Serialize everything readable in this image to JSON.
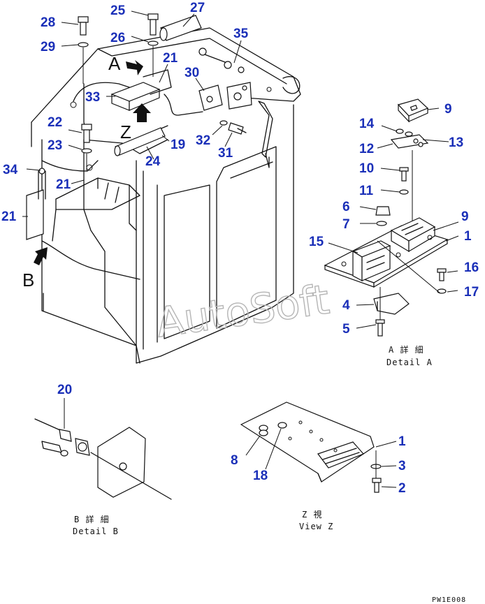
{
  "callouts": [
    {
      "id": "c28",
      "label": "28"
    },
    {
      "id": "c29",
      "label": "29"
    },
    {
      "id": "c25",
      "label": "25"
    },
    {
      "id": "c26",
      "label": "26"
    },
    {
      "id": "c27",
      "label": "27"
    },
    {
      "id": "c35",
      "label": "35"
    },
    {
      "id": "c21a",
      "label": "21"
    },
    {
      "id": "c30",
      "label": "30"
    },
    {
      "id": "c33",
      "label": "33"
    },
    {
      "id": "c22",
      "label": "22"
    },
    {
      "id": "c23",
      "label": "23"
    },
    {
      "id": "c34",
      "label": "34"
    },
    {
      "id": "c21b",
      "label": "21"
    },
    {
      "id": "c21c",
      "label": "21"
    },
    {
      "id": "c19",
      "label": "19"
    },
    {
      "id": "c24",
      "label": "24"
    },
    {
      "id": "c32",
      "label": "32"
    },
    {
      "id": "c31",
      "label": "31"
    },
    {
      "id": "c9a",
      "label": "9"
    },
    {
      "id": "c14",
      "label": "14"
    },
    {
      "id": "c13",
      "label": "13"
    },
    {
      "id": "c12",
      "label": "12"
    },
    {
      "id": "c10",
      "label": "10"
    },
    {
      "id": "c11",
      "label": "11"
    },
    {
      "id": "c6",
      "label": "6"
    },
    {
      "id": "c7",
      "label": "7"
    },
    {
      "id": "c9b",
      "label": "9"
    },
    {
      "id": "c1a",
      "label": "1"
    },
    {
      "id": "c15",
      "label": "15"
    },
    {
      "id": "c16",
      "label": "16"
    },
    {
      "id": "c17",
      "label": "17"
    },
    {
      "id": "c4",
      "label": "4"
    },
    {
      "id": "c5",
      "label": "5"
    },
    {
      "id": "c20",
      "label": "20"
    },
    {
      "id": "c1b",
      "label": "1"
    },
    {
      "id": "c3",
      "label": "3"
    },
    {
      "id": "c8",
      "label": "8"
    },
    {
      "id": "c18",
      "label": "18"
    },
    {
      "id": "c2",
      "label": "2"
    }
  ],
  "view_letters": {
    "a": "A",
    "z": "Z",
    "b": "B"
  },
  "captions": {
    "detail_a_jp": "A 詳 細",
    "detail_a_en": "Detail A",
    "detail_b_jp": "B 詳 細",
    "detail_b_en": "Detail B",
    "view_z_jp": "Z   視",
    "view_z_en": "View Z"
  },
  "watermark": "AutoSoft",
  "drawing_code": "PW1E008",
  "colors": {
    "callout": "#1a2fb8",
    "line": "#111111",
    "watermark": "#b5b5b5"
  }
}
